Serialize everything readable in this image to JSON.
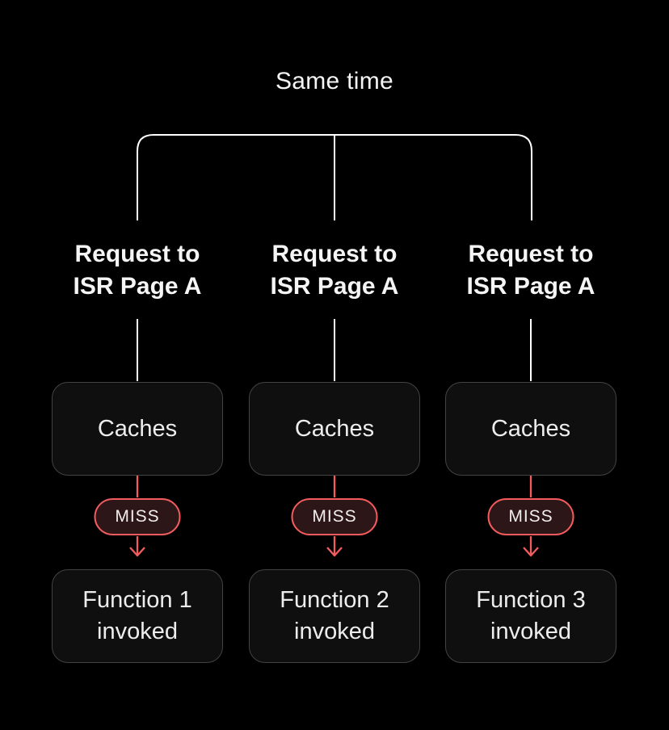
{
  "title": "Same time",
  "colors": {
    "background": "#000000",
    "line_white": "#ffffff",
    "accent_red": "#f25c5e",
    "pill_fill": "#2c1617",
    "box_fill": "#0f0f0f",
    "box_border": "#434345",
    "text_primary": "#f5f5f5"
  },
  "columns": [
    {
      "request_line1": "Request to",
      "request_line2": "ISR Page A",
      "cache_label": "Caches",
      "miss_label": "MISS",
      "function_line1": "Function 1",
      "function_line2": "invoked"
    },
    {
      "request_line1": "Request to",
      "request_line2": "ISR Page A",
      "cache_label": "Caches",
      "miss_label": "MISS",
      "function_line1": "Function 2",
      "function_line2": "invoked"
    },
    {
      "request_line1": "Request to",
      "request_line2": "ISR Page A",
      "cache_label": "Caches",
      "miss_label": "MISS",
      "function_line1": "Function 3",
      "function_line2": "invoked"
    }
  ]
}
